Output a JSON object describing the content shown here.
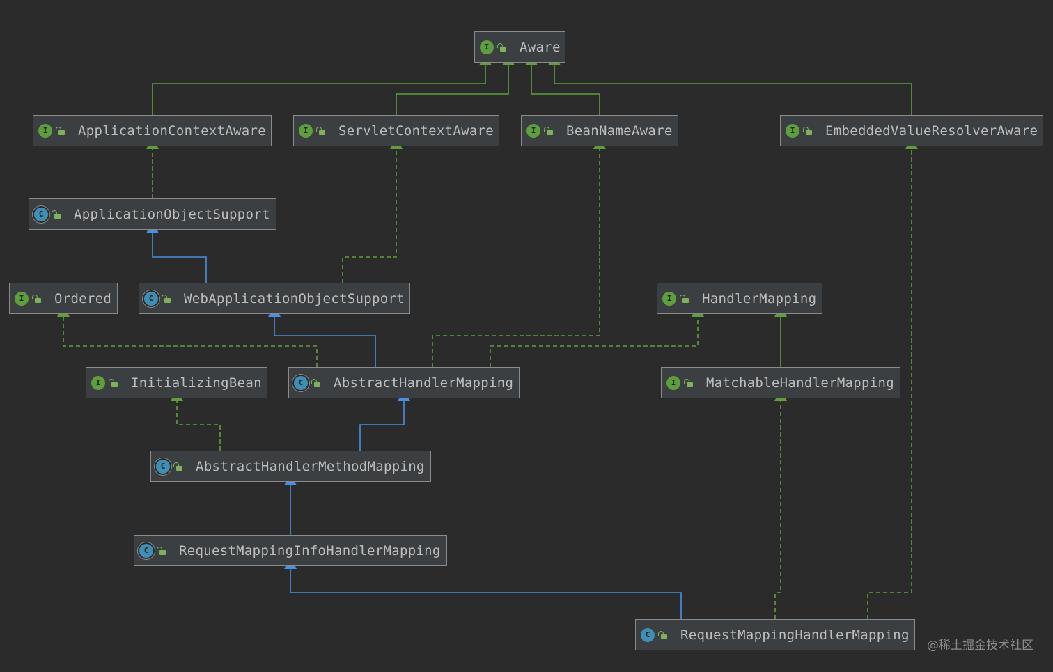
{
  "diagram": {
    "nodes": [
      {
        "id": "aware",
        "name": "Aware",
        "kind": "interface",
        "badge": "I"
      },
      {
        "id": "appCtxAware",
        "name": "ApplicationContextAware",
        "kind": "interface",
        "badge": "I"
      },
      {
        "id": "servletCtxAware",
        "name": "ServletContextAware",
        "kind": "interface",
        "badge": "I"
      },
      {
        "id": "beanNameAware",
        "name": "BeanNameAware",
        "kind": "interface",
        "badge": "I"
      },
      {
        "id": "embeddedAware",
        "name": "EmbeddedValueResolverAware",
        "kind": "interface",
        "badge": "I"
      },
      {
        "id": "appObjSupport",
        "name": "ApplicationObjectSupport",
        "kind": "abstract",
        "badge": "C"
      },
      {
        "id": "ordered",
        "name": "Ordered",
        "kind": "interface",
        "badge": "I"
      },
      {
        "id": "webAppObjSupport",
        "name": "WebApplicationObjectSupport",
        "kind": "abstract",
        "badge": "C"
      },
      {
        "id": "handlerMapping",
        "name": "HandlerMapping",
        "kind": "interface",
        "badge": "I"
      },
      {
        "id": "initBean",
        "name": "InitializingBean",
        "kind": "interface",
        "badge": "I"
      },
      {
        "id": "absHandlerMapping",
        "name": "AbstractHandlerMapping",
        "kind": "abstract",
        "badge": "C"
      },
      {
        "id": "matchableHM",
        "name": "MatchableHandlerMapping",
        "kind": "interface",
        "badge": "I"
      },
      {
        "id": "absHMM",
        "name": "AbstractHandlerMethodMapping",
        "kind": "abstract",
        "badge": "C"
      },
      {
        "id": "rmiHM",
        "name": "RequestMappingInfoHandlerMapping",
        "kind": "abstract",
        "badge": "C"
      },
      {
        "id": "rmHM",
        "name": "RequestMappingHandlerMapping",
        "kind": "class",
        "badge": "C"
      }
    ],
    "edges": [
      {
        "from": "appCtxAware",
        "to": "aware",
        "kind": "extends-interface"
      },
      {
        "from": "servletCtxAware",
        "to": "aware",
        "kind": "extends-interface"
      },
      {
        "from": "beanNameAware",
        "to": "aware",
        "kind": "extends-interface"
      },
      {
        "from": "embeddedAware",
        "to": "aware",
        "kind": "extends-interface"
      },
      {
        "from": "appObjSupport",
        "to": "appCtxAware",
        "kind": "implements"
      },
      {
        "from": "webAppObjSupport",
        "to": "appObjSupport",
        "kind": "extends-class"
      },
      {
        "from": "webAppObjSupport",
        "to": "servletCtxAware",
        "kind": "implements"
      },
      {
        "from": "absHandlerMapping",
        "to": "ordered",
        "kind": "implements"
      },
      {
        "from": "absHandlerMapping",
        "to": "webAppObjSupport",
        "kind": "extends-class"
      },
      {
        "from": "absHandlerMapping",
        "to": "beanNameAware",
        "kind": "implements"
      },
      {
        "from": "absHandlerMapping",
        "to": "handlerMapping",
        "kind": "implements"
      },
      {
        "from": "matchableHM",
        "to": "handlerMapping",
        "kind": "extends-interface"
      },
      {
        "from": "absHMM",
        "to": "initBean",
        "kind": "implements"
      },
      {
        "from": "absHMM",
        "to": "absHandlerMapping",
        "kind": "extends-class"
      },
      {
        "from": "rmiHM",
        "to": "absHMM",
        "kind": "extends-class"
      },
      {
        "from": "rmHM",
        "to": "rmiHM",
        "kind": "extends-class"
      },
      {
        "from": "rmHM",
        "to": "matchableHM",
        "kind": "implements"
      },
      {
        "from": "rmHM",
        "to": "embeddedAware",
        "kind": "implements"
      }
    ]
  },
  "colors": {
    "background": "#2b2b2b",
    "interface_edge": "#5f9e3c",
    "class_edge": "#4a8fe0"
  },
  "watermark": "@稀土掘金技术社区"
}
